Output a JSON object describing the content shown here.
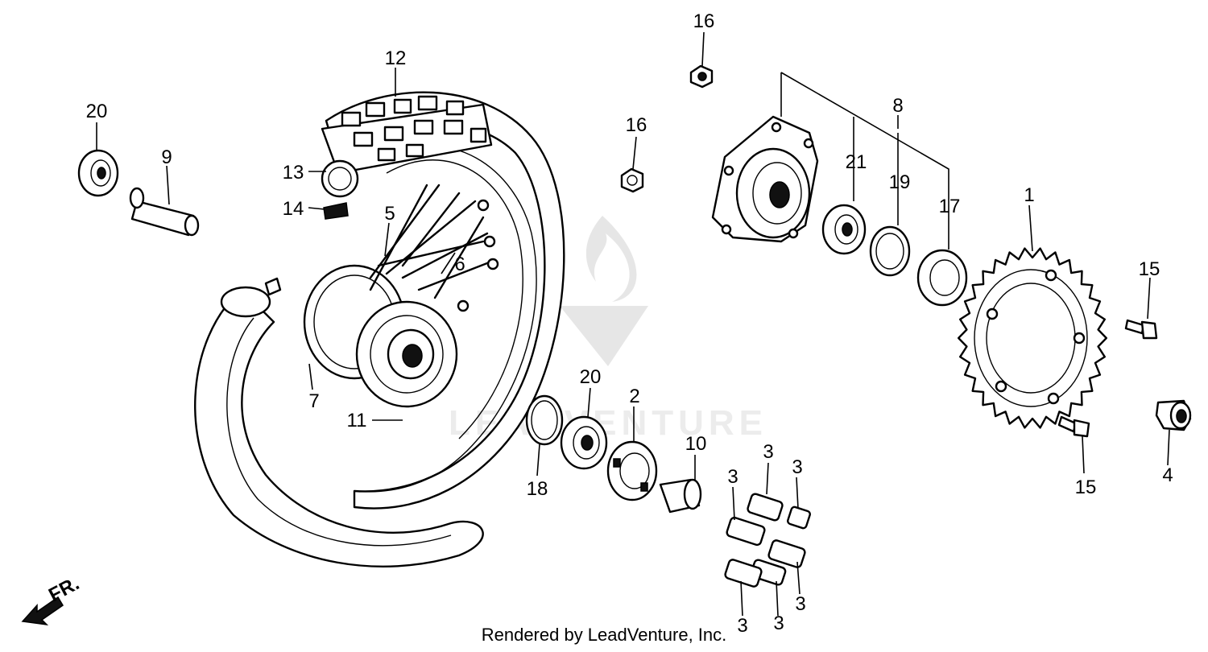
{
  "watermark": {
    "text": "LEADVENTURE"
  },
  "direction_label": "FR.",
  "footer": "Rendered by LeadVenture, Inc.",
  "callouts": [
    {
      "id": "c12",
      "label": "12"
    },
    {
      "id": "c20a",
      "label": "20"
    },
    {
      "id": "c9",
      "label": "9"
    },
    {
      "id": "c13",
      "label": "13"
    },
    {
      "id": "c14",
      "label": "14"
    },
    {
      "id": "c5",
      "label": "5"
    },
    {
      "id": "c6",
      "label": "6"
    },
    {
      "id": "c7",
      "label": "7"
    },
    {
      "id": "c11",
      "label": "11"
    },
    {
      "id": "c16a",
      "label": "16"
    },
    {
      "id": "c16b",
      "label": "16"
    },
    {
      "id": "c8",
      "label": "8"
    },
    {
      "id": "c21",
      "label": "21"
    },
    {
      "id": "c19",
      "label": "19"
    },
    {
      "id": "c17",
      "label": "17"
    },
    {
      "id": "c1",
      "label": "1"
    },
    {
      "id": "c15a",
      "label": "15"
    },
    {
      "id": "c15b",
      "label": "15"
    },
    {
      "id": "c4",
      "label": "4"
    },
    {
      "id": "c20b",
      "label": "20"
    },
    {
      "id": "c2",
      "label": "2"
    },
    {
      "id": "c10",
      "label": "10"
    },
    {
      "id": "c18",
      "label": "18"
    },
    {
      "id": "c3a",
      "label": "3"
    },
    {
      "id": "c3b",
      "label": "3"
    },
    {
      "id": "c3c",
      "label": "3"
    },
    {
      "id": "c3d",
      "label": "3"
    },
    {
      "id": "c3e",
      "label": "3"
    },
    {
      "id": "c3f",
      "label": "3"
    }
  ]
}
